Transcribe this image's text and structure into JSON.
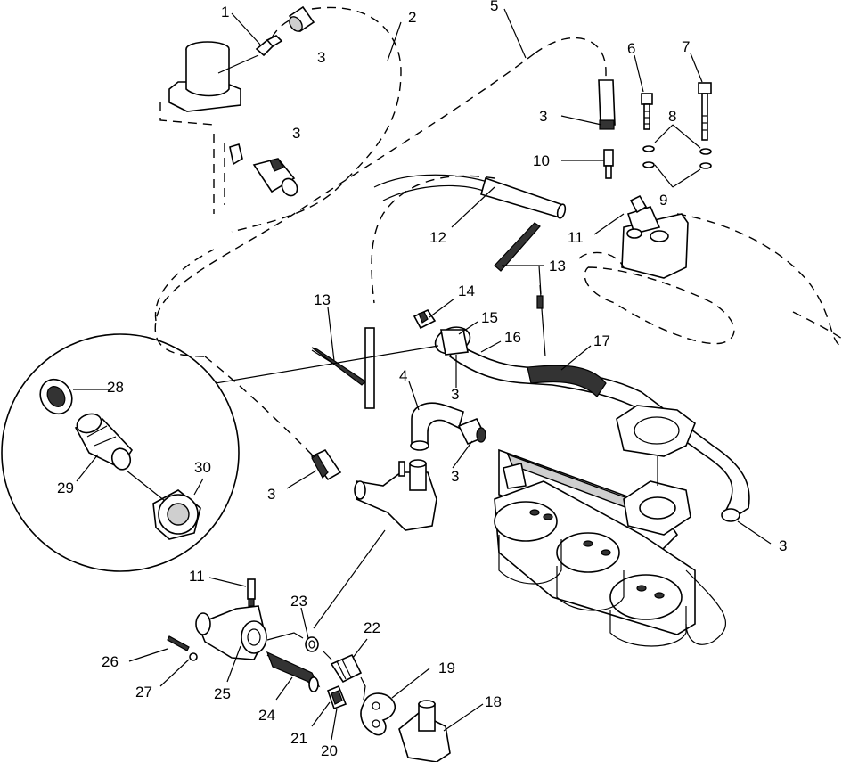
{
  "callouts": {
    "c1": "1",
    "c2": "2",
    "c3a": "3",
    "c3b": "3",
    "c3c": "3",
    "c3d": "3",
    "c3e": "3",
    "c3f": "3",
    "c3g": "3",
    "c4": "4",
    "c5": "5",
    "c6": "6",
    "c7": "7",
    "c8": "8",
    "c9": "9",
    "c10": "10",
    "c11a": "11",
    "c11b": "11",
    "c12": "12",
    "c13a": "13",
    "c13b": "13",
    "c14": "14",
    "c15": "15",
    "c16": "16",
    "c17": "17",
    "c18": "18",
    "c19": "19",
    "c20": "20",
    "c21": "21",
    "c22": "22",
    "c23": "23",
    "c24": "24",
    "c25": "25",
    "c26": "26",
    "c27": "27",
    "c28": "28",
    "c29": "29",
    "c30": "30"
  }
}
